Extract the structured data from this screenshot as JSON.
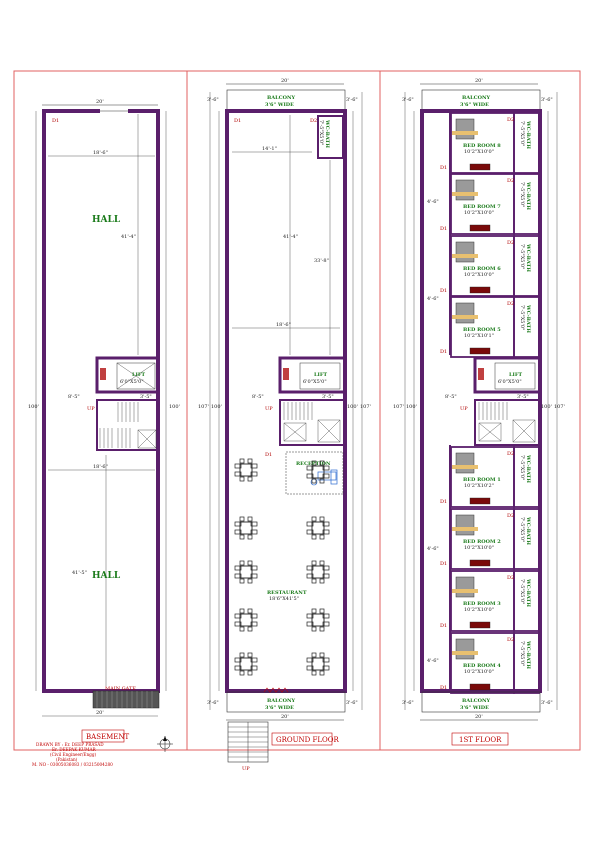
{
  "basement": {
    "title": "BASEMENT",
    "width_top": "20'",
    "width_bottom": "20'",
    "depth": "100'",
    "door_label": "D1",
    "hall_top": {
      "name": "HALL",
      "width": "18'-6\"",
      "height": "41'-4\""
    },
    "hall_bottom": {
      "name": "HALL",
      "width": "18'-6\"",
      "height": "41'-5\""
    },
    "lift": {
      "name": "LIFT",
      "size": "6'0\"X5'0\""
    },
    "stair_width": "8'-5\"",
    "stair_gap": "3'-5\"",
    "up_label": "UP",
    "main_gate": "MAIN GATE"
  },
  "ground": {
    "title": "GROUND FLOOR",
    "width_top": "20'",
    "width_bottom": "20'",
    "depth_left": "107'",
    "depth_right": "100'",
    "depth_right2": "107'",
    "depth_left2": "100'",
    "side_dim": "3'-6\"",
    "balcony_top": {
      "name": "BALCONY",
      "size": "3'6\" WIDE"
    },
    "balcony_bottom": {
      "name": "BALCONY",
      "size": "3'6\" WIDE"
    },
    "wc": {
      "name": "WC-BATH",
      "size": "7'-5\"X5'0\""
    },
    "dims": [
      "14'-1\"",
      "41'-4\"",
      "33'-8\"",
      "18'-6\""
    ],
    "lift": {
      "name": "LIFT",
      "size": "6'0\"X5'0\""
    },
    "stair_width": "8'-5\"",
    "stair_gap": "3'-5\"",
    "up_label": "UP",
    "reception": "RECEPTION",
    "restaurant": {
      "name": "RESTAURANT",
      "size": "18'6\"X41'5\""
    },
    "entry_up": "UP",
    "door_d1": "D1",
    "door_d2": "D2"
  },
  "first": {
    "title": "1ST FLOOR",
    "width_top": "20'",
    "width_bottom": "20'",
    "depth_left": "107'",
    "depth_right": "100'",
    "depth_right2": "107'",
    "depth_left2": "100'",
    "side_dim": "3'-6\"",
    "balcony_top": {
      "name": "BALCONY",
      "size": "3'6\" WIDE"
    },
    "balcony_bottom": {
      "name": "BALCONY",
      "size": "3'6\" WIDE"
    },
    "bedrooms_top": [
      {
        "name": "BED ROOM 8",
        "size": "10'2\"X10'0\""
      },
      {
        "name": "BED ROOM 7",
        "size": "10'2\"X10'0\""
      },
      {
        "name": "BED ROOM 6",
        "size": "10'2\"X10'0\""
      },
      {
        "name": "BED ROOM 5",
        "size": "10'2\"X10'1\""
      }
    ],
    "bedrooms_bottom": [
      {
        "name": "BED ROOM 1",
        "size": "10'2\"X10'2\""
      },
      {
        "name": "BED ROOM 2",
        "size": "10'2\"X10'0\""
      },
      {
        "name": "BED ROOM 3",
        "size": "10'2\"X10'0\""
      },
      {
        "name": "BED ROOM 4",
        "size": "10'2\"X10'0\""
      }
    ],
    "wc": {
      "name": "WC-BATH",
      "size": "7'-5\"X5'0\""
    },
    "lift": {
      "name": "LIFT",
      "size": "6'0\"X5'0\""
    },
    "stair_width": "8'-5\"",
    "stair_gap": "3'-5\"",
    "up_label": "UP",
    "side_gap": "4'-6\"",
    "door_d1": "D1",
    "door_d2": "D2"
  },
  "credits": {
    "line1": "DRAWN BY : Er. DEEP PRASAD",
    "line2": "Er. DEEPAK KUMAR",
    "line3": "(Civil Engineer/Engg)",
    "line4": "(Pakistan)",
    "line5": "M. NO - 03005036083 / 03215004280"
  },
  "colors": {
    "wall": "#5a1f6b",
    "frame": "#e06060",
    "room_text": "#1a7a1a",
    "door_text": "#b00000",
    "dim_line": "#333333"
  }
}
